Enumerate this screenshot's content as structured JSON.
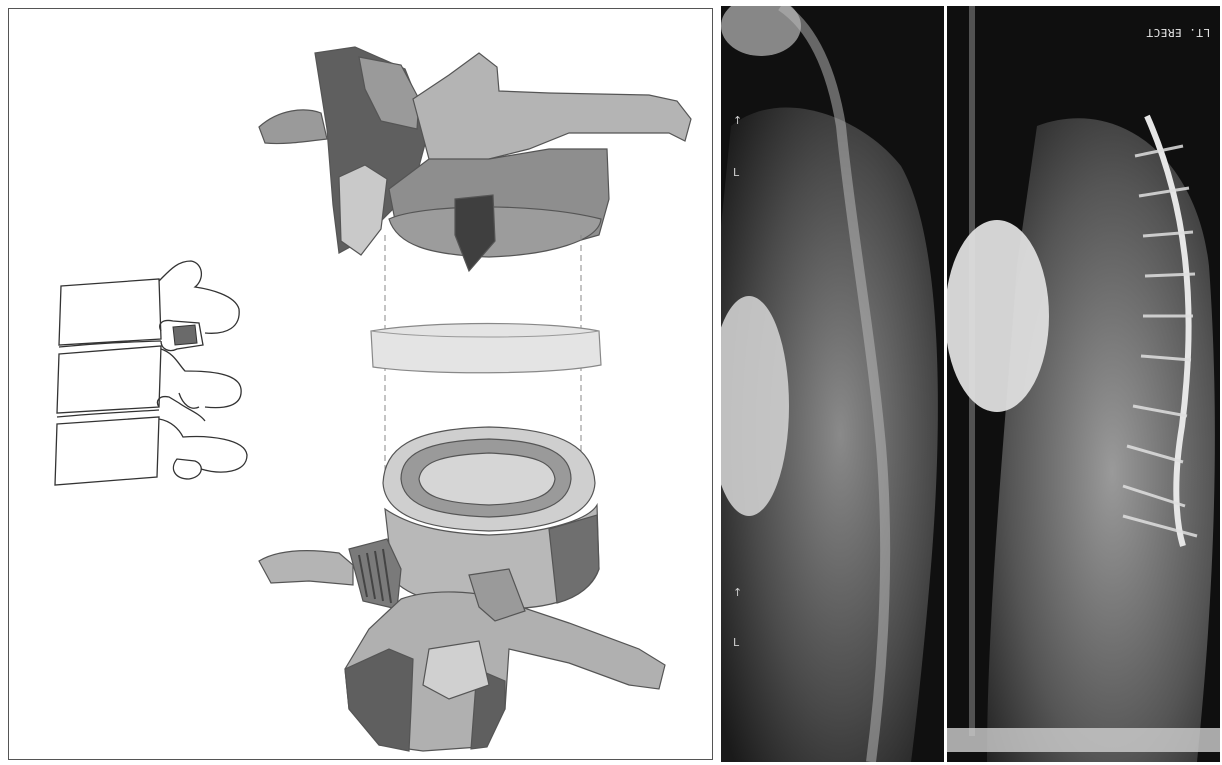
{
  "figure": {
    "left_panel": {
      "schematic": "lumbar-spine-outline",
      "exploded_view": [
        "upper-vertebra",
        "intervertebral-disc",
        "lower-vertebra"
      ]
    },
    "xray_right": {
      "label": "LT. ERECT"
    },
    "colors": {
      "bone_dark": "#5f5f5f",
      "bone_mid": "#9a9a9a",
      "bone_light": "#c9c9c9",
      "disc": "#e4e4e4",
      "xray_bg": "#0b0b0b"
    }
  }
}
